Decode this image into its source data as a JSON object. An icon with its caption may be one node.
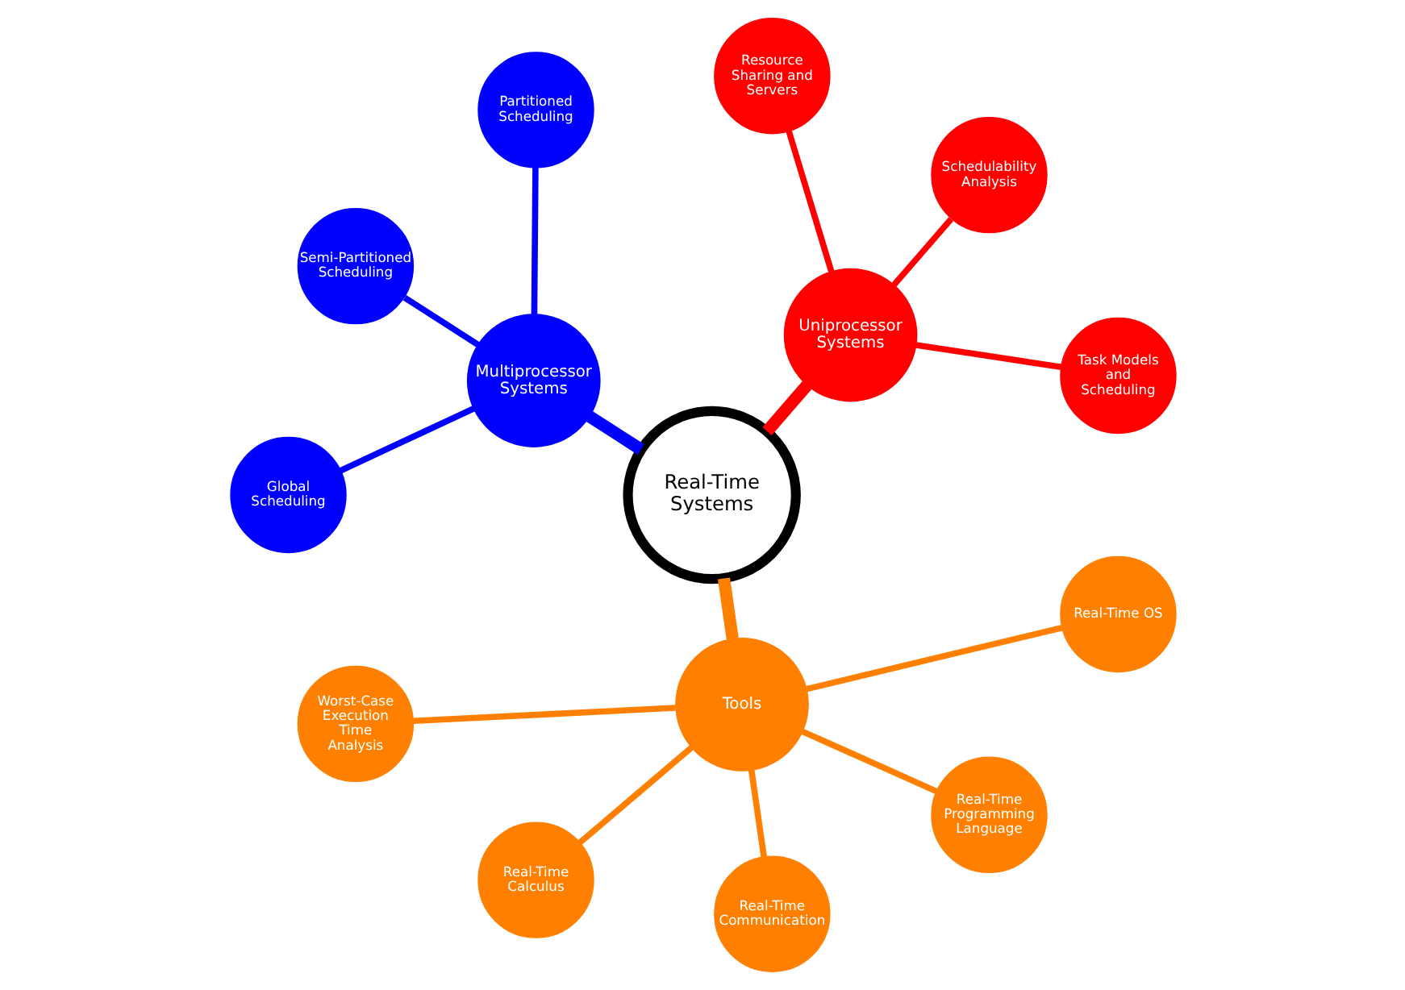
{
  "diagram": {
    "nodes": [
      {
        "text": [
          "Real-Time Systems"
        ]
      },
      {
        "text": [
          "Uniprocessor Systems"
        ]
      },
      {
        "text": [
          "Task Models and Scheduling"
        ]
      },
      {
        "text": [
          "Schedulability Analysis"
        ]
      },
      {
        "text": [
          "Resource Sharing and Servers"
        ]
      },
      {
        "text": [
          "Multiprocessor Systems"
        ]
      },
      {
        "text": [
          "Partitioned Scheduling"
        ]
      },
      {
        "text": [
          "Semi-Partitioned Scheduling"
        ]
      },
      {
        "text": [
          "Global Scheduling"
        ]
      },
      {
        "text": [
          "Tools"
        ]
      },
      {
        "text": [
          "Worst-Case Execution Time Analysis"
        ]
      },
      {
        "text": [
          "Real-Time Calculus"
        ]
      },
      {
        "text": [
          "Real-Time Communication"
        ]
      },
      {
        "text": [
          "Real-Time Programming Language"
        ]
      },
      {
        "text": [
          "Real-Time OS"
        ]
      }
    ],
    "edges": [
      {
        "from": 0,
        "to": 1,
        "arrow": "none",
        "style": "thick",
        "color": "#ff0000"
      },
      {
        "from": 1,
        "to": 2,
        "arrow": "none",
        "color": "#ff0000"
      },
      {
        "from": 1,
        "to": 3,
        "arrow": "none",
        "color": "#ff0000"
      },
      {
        "from": 1,
        "to": 4,
        "arrow": "none",
        "color": "#ff0000"
      },
      {
        "from": 0,
        "to": 5,
        "arrow": "none",
        "style": "thick",
        "color": "#0000ff"
      },
      {
        "from": 5,
        "to": 6,
        "arrow": "none",
        "color": "#0000ff"
      },
      {
        "from": 5,
        "to": 7,
        "arrow": "none",
        "color": "#0000ff"
      },
      {
        "from": 5,
        "to": 8,
        "arrow": "none",
        "color": "#0000ff"
      },
      {
        "from": 0,
        "to": 9,
        "arrow": "none",
        "style": "thick",
        "color": "#ff8000"
      },
      {
        "from": 9,
        "to": 10,
        "arrow": "none",
        "color": "#ff8000"
      },
      {
        "from": 9,
        "to": 11,
        "arrow": "none",
        "color": "#ff8000"
      },
      {
        "from": 9,
        "to": 12,
        "arrow": "none",
        "color": "#ff8000"
      },
      {
        "from": 9,
        "to": 13,
        "arrow": "none",
        "color": "#ff8000"
      },
      {
        "from": 9,
        "to": 14,
        "arrow": "none",
        "color": "#ff8000"
      }
    ]
  }
}
